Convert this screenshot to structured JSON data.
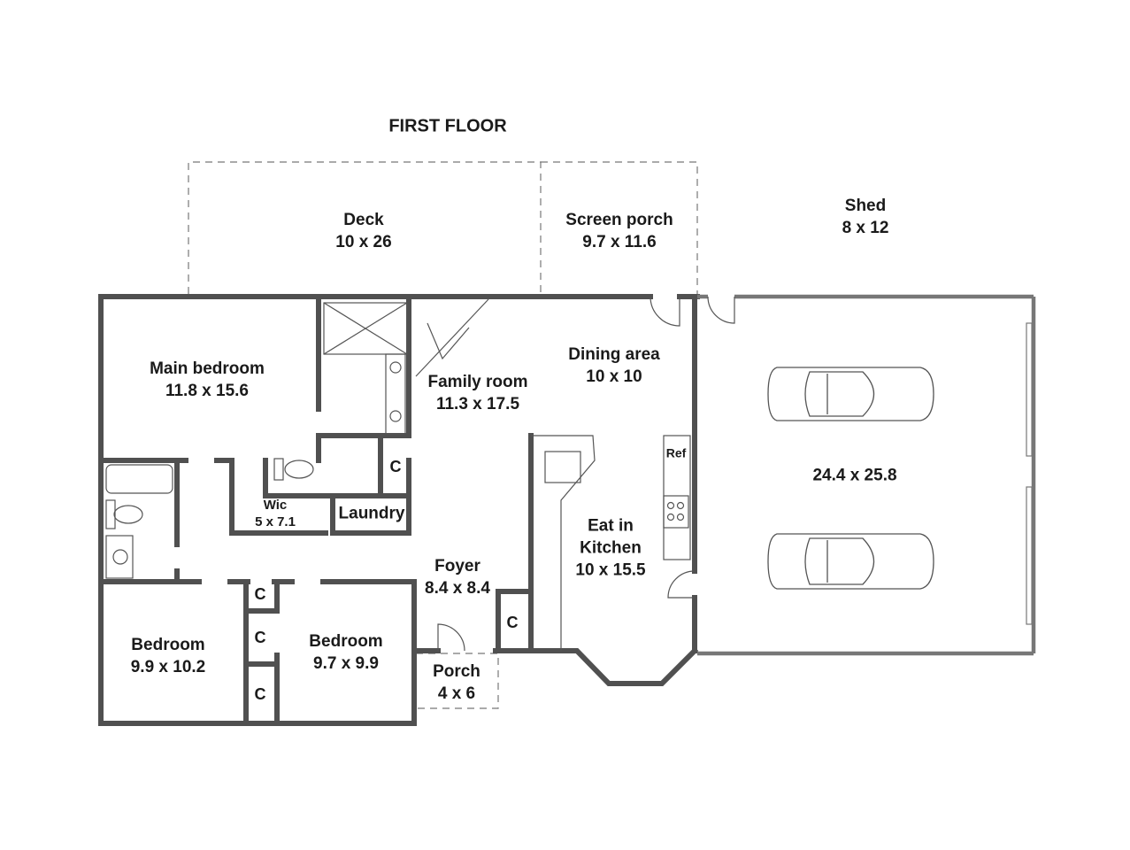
{
  "title": "FIRST FLOOR",
  "rooms": {
    "deck": {
      "name": "Deck",
      "dims": "10 x 26"
    },
    "screen_porch": {
      "name": "Screen porch",
      "dims": "9.7 x 11.6"
    },
    "shed": {
      "name": "Shed",
      "dims": "8 x 12"
    },
    "main_bedroom": {
      "name": "Main bedroom",
      "dims": "11.8 x 15.6"
    },
    "family_room": {
      "name": "Family room",
      "dims": "11.3 x 17.5"
    },
    "dining_area": {
      "name": "Dining area",
      "dims": "10 x 10"
    },
    "garage": {
      "dims": "24.4 x 25.8"
    },
    "wic": {
      "name": "Wic",
      "dims": "5 x 7.1"
    },
    "laundry": {
      "name": "Laundry"
    },
    "eat_in_kitchen": {
      "name": "Eat in",
      "name2": "Kitchen",
      "dims": "10 x 15.5"
    },
    "foyer": {
      "name": "Foyer",
      "dims": "8.4 x 8.4"
    },
    "bedroom_left": {
      "name": "Bedroom",
      "dims": "9.9 x 10.2"
    },
    "bedroom_right": {
      "name": "Bedroom",
      "dims": "9.7 x 9.9"
    },
    "porch": {
      "name": "Porch",
      "dims": "4 x 6"
    }
  },
  "closet_label": "C",
  "fridge_label": "Ref",
  "colors": {
    "wall": "#505050",
    "dashed": "#777777",
    "text": "#1a1a1a",
    "fixture": "#555555"
  }
}
